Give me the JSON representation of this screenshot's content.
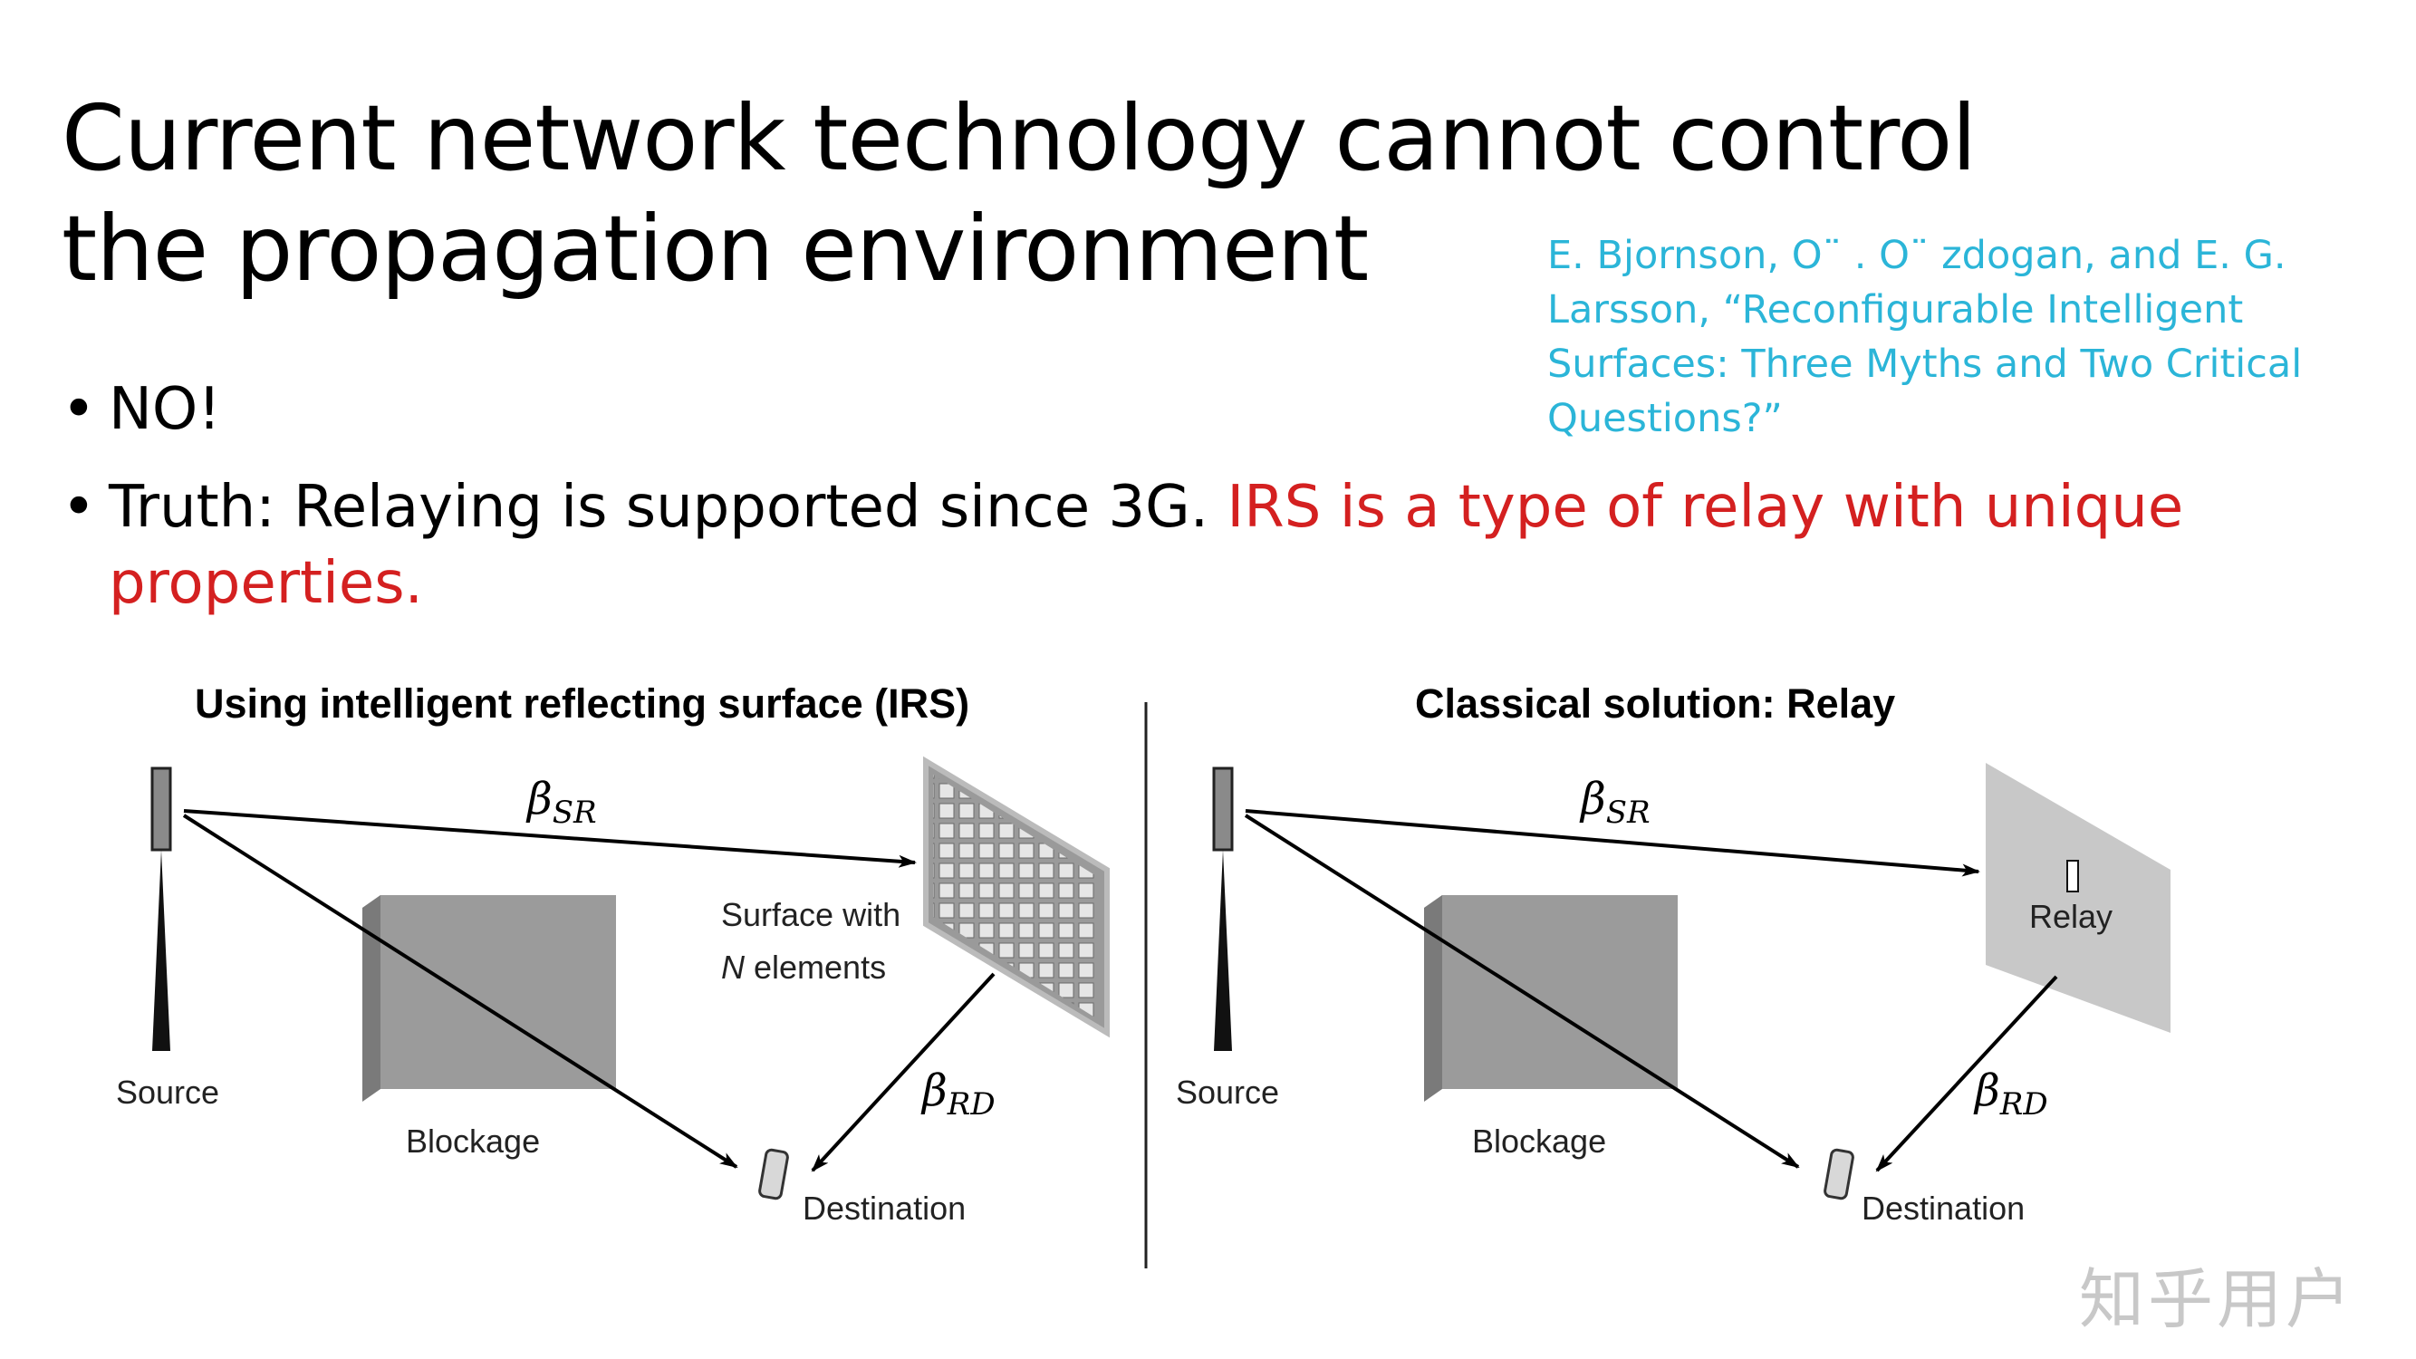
{
  "slide": {
    "title": "Current network technology cannot control the propagation environment",
    "citation": "E. Bjornson, O¨ . O¨ zdogan, and E. G. Larsson, “Reconfigurable Intelligent Surfaces: Three Myths and Two Critical Questions?”",
    "bullets": [
      {
        "text": "NO!",
        "highlight": ""
      },
      {
        "text": "Truth: Relaying is supported since 3G. ",
        "highlight": "IRS is a type of relay with unique properties."
      }
    ]
  },
  "colors": {
    "citation": "#2bb5d8",
    "highlight": "#d42020",
    "watermark": "#c8c8c8"
  },
  "diagram": {
    "left": {
      "title": "Using intelligent reflecting surface (IRS)",
      "source_label": "Source",
      "blockage_label": "Blockage",
      "surface_label_line1": "Surface with",
      "surface_label_n": "N",
      "surface_label_rest": " elements",
      "destination_label": "Destination",
      "beta_sr": "β",
      "beta_sr_sub": "SR",
      "beta_rd": "β",
      "beta_rd_sub": "RD"
    },
    "right": {
      "title": "Classical solution: Relay",
      "source_label": "Source",
      "blockage_label": "Blockage",
      "relay_label": "Relay",
      "destination_label": "Destination",
      "beta_sr": "β",
      "beta_sr_sub": "SR",
      "beta_rd": "β",
      "beta_rd_sub": "RD"
    }
  },
  "watermark": "知乎用户"
}
